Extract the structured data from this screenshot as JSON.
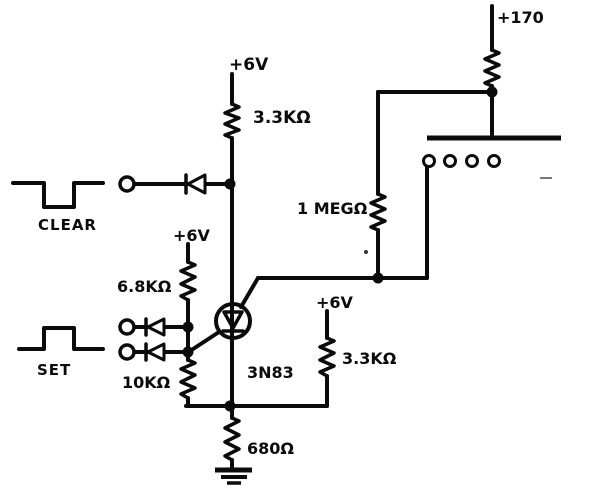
{
  "title": "flip-flop trigger circuit schematic",
  "colors": {
    "ink": "#0b0b0b",
    "paper": "#ffffff"
  },
  "supplies": {
    "plus170": "+170",
    "plus6_top": "+6V",
    "plus6_left": "+6V",
    "plus6_right": "+6V"
  },
  "resistors": {
    "top": "3.3KΩ",
    "left_upper": "6.8KΩ",
    "left_lower": "10KΩ",
    "feedback": "1 MEGΩ",
    "right": "3.3KΩ",
    "emitter": "680Ω"
  },
  "transistor": {
    "part": "3N83"
  },
  "inputs": {
    "clear": "CLEAR",
    "set": "SET"
  }
}
